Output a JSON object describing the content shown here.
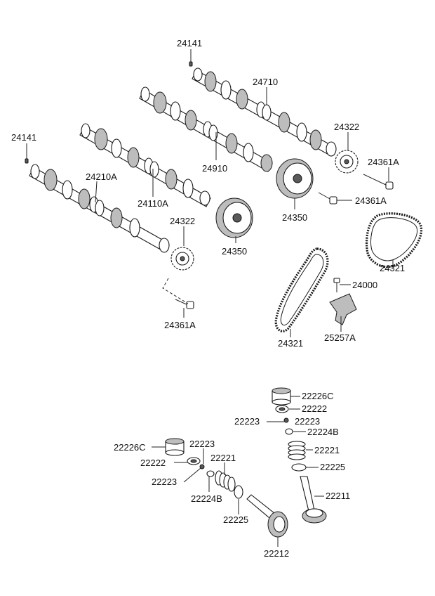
{
  "labels": {
    "l_24141_top": "24141",
    "l_24710": "24710",
    "l_24322_right": "24322",
    "l_24361a_right": "24361A",
    "l_24910": "24910",
    "l_24141_left": "24141",
    "l_24210a": "24210A",
    "l_24110a": "24110A",
    "l_24361a_mid": "24361A",
    "l_24350_right": "24350",
    "l_24322_left": "24322",
    "l_24350_left": "24350",
    "l_24321_right": "24321",
    "l_24000": "24000",
    "l_24361a_left": "24361A",
    "l_25257a": "25257A",
    "l_24321_left": "24321",
    "l_22226c_r": "22226C",
    "l_22222_r": "22222",
    "l_22223_r1": "22223",
    "l_22223_r2": "22223",
    "l_22224b_r": "22224B",
    "l_22221_r": "22221",
    "l_22225_r": "22225",
    "l_22211": "22211",
    "l_22226c_l": "22226C",
    "l_22223_l1": "22223",
    "l_22222_l": "22222",
    "l_22221_l": "22221",
    "l_22223_l2": "22223",
    "l_22224b_l": "22224B",
    "l_22225_l": "22225",
    "l_22212": "22212"
  }
}
